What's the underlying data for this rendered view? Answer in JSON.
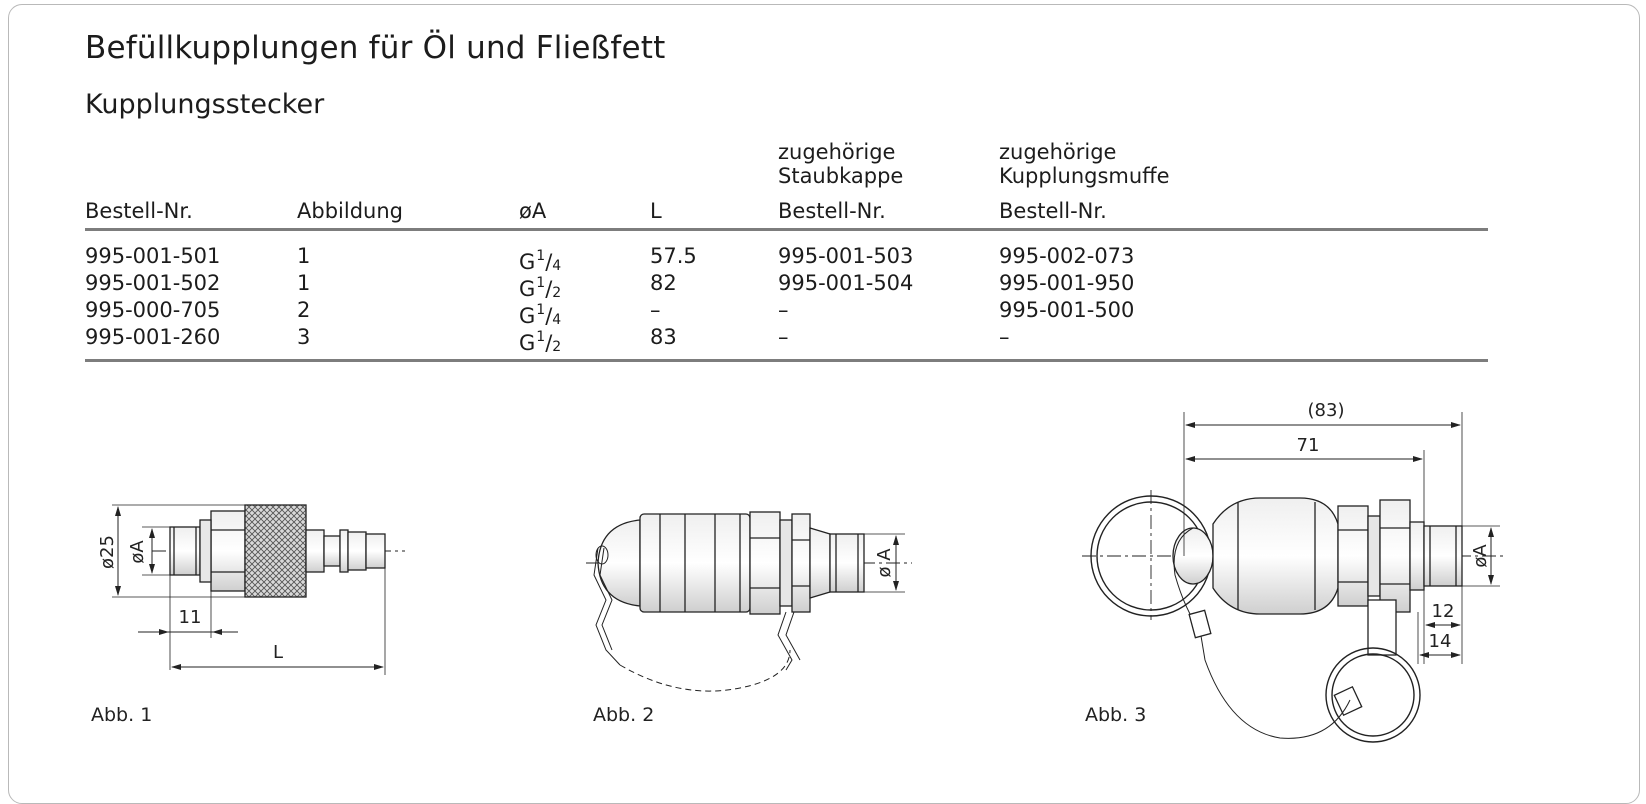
{
  "title": "Befüllkupplungen für Öl und Fließfett",
  "subtitle": "Kupplungsstecker",
  "table": {
    "headers": {
      "order_no": "Bestell-Nr.",
      "figure": "Abbildung",
      "diameter": "øA",
      "length": "L",
      "cap_top1": "zugehörige",
      "cap_top2": "Staubkappe",
      "cap": "Bestell-Nr.",
      "sleeve_top1": "zugehörige",
      "sleeve_top2": "Kupplungsmuffe",
      "sleeve": "Bestell-Nr."
    },
    "rows": [
      {
        "order_no": "995-001-501",
        "figure": "1",
        "thread": "G",
        "num": "1",
        "den": "4",
        "length": "57.5",
        "cap": "995-001-503",
        "sleeve": "995-002-073"
      },
      {
        "order_no": "995-001-502",
        "figure": "1",
        "thread": "G",
        "num": "1",
        "den": "2",
        "length": "82",
        "cap": "995-001-504",
        "sleeve": "995-001-950"
      },
      {
        "order_no": "995-000-705",
        "figure": "2",
        "thread": "G",
        "num": "1",
        "den": "4",
        "length": "–",
        "cap": "–",
        "sleeve": "995-001-500"
      },
      {
        "order_no": "995-001-260",
        "figure": "3",
        "thread": "G",
        "num": "1",
        "den": "2",
        "length": "83",
        "cap": "–",
        "sleeve": "–"
      }
    ]
  },
  "figures": {
    "fig1": {
      "caption": "Abb. 1",
      "dim_d25": "ø25",
      "dim_da": "øA",
      "dim_11": "11",
      "dim_l": "L"
    },
    "fig2": {
      "caption": "Abb. 2",
      "dim_da": "ø A"
    },
    "fig3": {
      "caption": "Abb. 3",
      "dim_83": "(83)",
      "dim_71": "71",
      "dim_12": "12",
      "dim_14": "14",
      "dim_da": "øA"
    }
  }
}
